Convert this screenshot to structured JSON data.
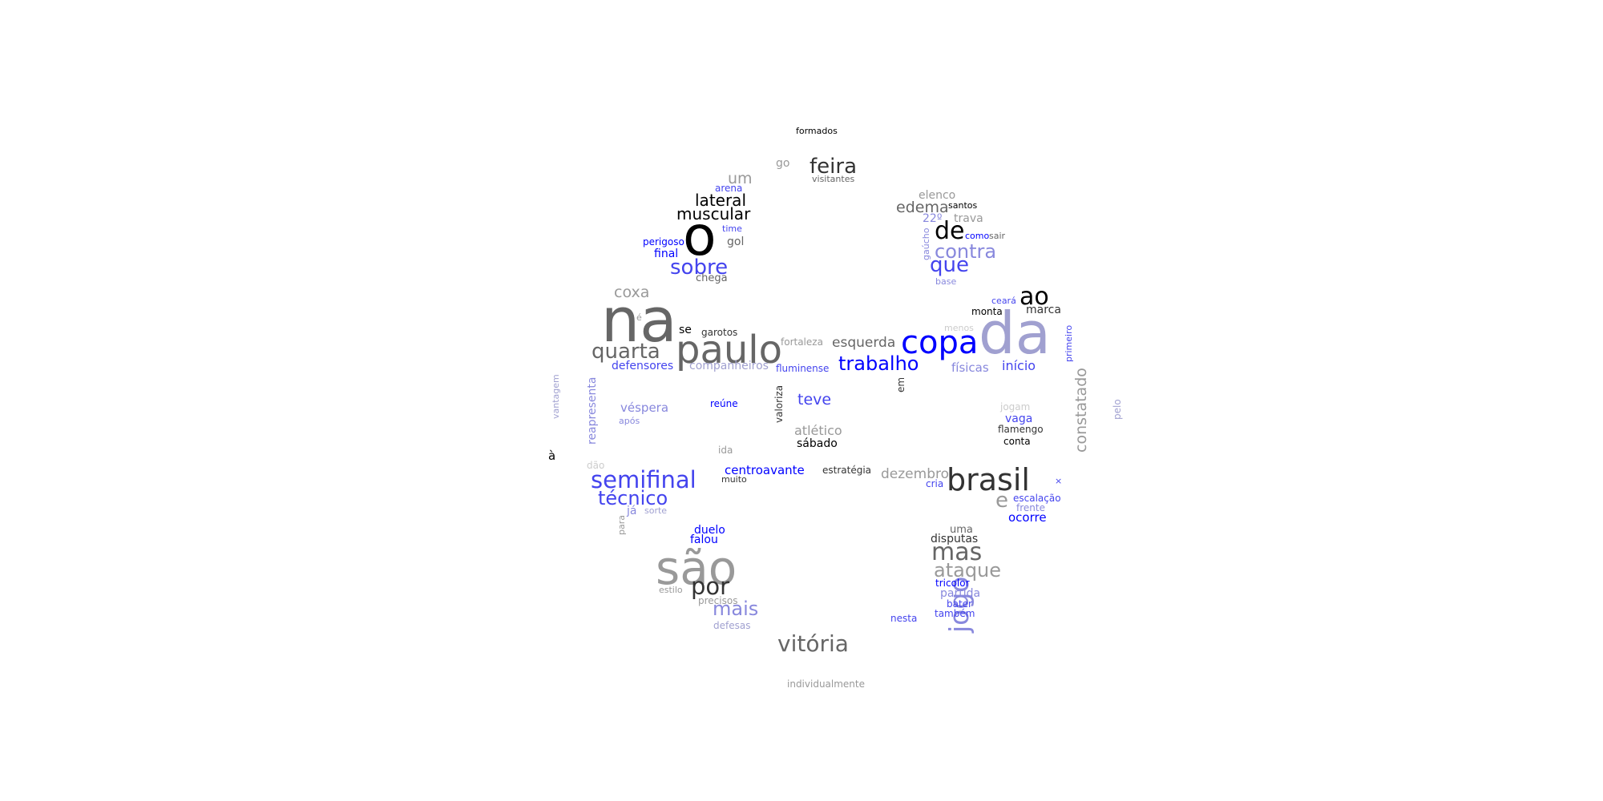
{
  "palette": {
    "black": "#000000",
    "dark": "#333333",
    "mid": "#666666",
    "gray": "#999999",
    "blue": "#0000ff",
    "blue_mid": "#4444ee",
    "blue_soft": "#8888dd",
    "lavender": "#a0a0d0"
  },
  "words": [
    {
      "text": "formados",
      "color": "#000000"
    },
    {
      "text": "go",
      "color": "#999999"
    },
    {
      "text": "feira",
      "color": "#333333"
    },
    {
      "text": "visitantes",
      "color": "#666666"
    },
    {
      "text": "um",
      "color": "#999999"
    },
    {
      "text": "arena",
      "color": "#4444ee"
    },
    {
      "text": "lateral",
      "color": "#000000"
    },
    {
      "text": "muscular",
      "color": "#000000"
    },
    {
      "text": "o",
      "color": "#000000"
    },
    {
      "text": "time",
      "color": "#4444ee"
    },
    {
      "text": "perigoso",
      "color": "#0000ff"
    },
    {
      "text": "gol",
      "color": "#666666"
    },
    {
      "text": "final",
      "color": "#0000ff"
    },
    {
      "text": "sobre",
      "color": "#4444ee"
    },
    {
      "text": "chega",
      "color": "#666666"
    },
    {
      "text": "elenco",
      "color": "#999999"
    },
    {
      "text": "edema",
      "color": "#666666"
    },
    {
      "text": "santos",
      "color": "#000000"
    },
    {
      "text": "22º",
      "color": "#8888dd"
    },
    {
      "text": "trava",
      "color": "#999999"
    },
    {
      "text": "de",
      "color": "#000000"
    },
    {
      "text": "como",
      "color": "#0000ff"
    },
    {
      "text": "sair",
      "color": "#666666"
    },
    {
      "text": "gaúcho",
      "color": "#8888dd"
    },
    {
      "text": "contra",
      "color": "#8888dd"
    },
    {
      "text": "que",
      "color": "#4444ee"
    },
    {
      "text": "base",
      "color": "#8888dd"
    },
    {
      "text": "coxa",
      "color": "#999999"
    },
    {
      "text": "na",
      "color": "#666666"
    },
    {
      "text": "é",
      "color": "#999999"
    },
    {
      "text": "se",
      "color": "#000000"
    },
    {
      "text": "garotos",
      "color": "#333333"
    },
    {
      "text": "quarta",
      "color": "#666666"
    },
    {
      "text": "paulo",
      "color": "#666666"
    },
    {
      "text": "fortaleza",
      "color": "#999999"
    },
    {
      "text": "esquerda",
      "color": "#666666"
    },
    {
      "text": "copa",
      "color": "#0000ff"
    },
    {
      "text": "da",
      "color": "#a0a0d0"
    },
    {
      "text": "ao",
      "color": "#000000"
    },
    {
      "text": "ceará",
      "color": "#4444ee"
    },
    {
      "text": "monta",
      "color": "#000000"
    },
    {
      "text": "marca",
      "color": "#333333"
    },
    {
      "text": "menos",
      "color": "#cccccc"
    },
    {
      "text": "primeiro",
      "color": "#4444ee"
    },
    {
      "text": "defensores",
      "color": "#4444ee"
    },
    {
      "text": "companheiros",
      "color": "#a0a0d0"
    },
    {
      "text": "fluminense",
      "color": "#4444ee"
    },
    {
      "text": "trabalho",
      "color": "#0000ff"
    },
    {
      "text": "físicas",
      "color": "#8888dd"
    },
    {
      "text": "início",
      "color": "#4444ee"
    },
    {
      "text": "em",
      "color": "#333333"
    },
    {
      "text": "constatado",
      "color": "#999999"
    },
    {
      "text": "vantagem",
      "color": "#a0a0d0"
    },
    {
      "text": "reapresenta",
      "color": "#8888dd"
    },
    {
      "text": "véspera",
      "color": "#8888dd"
    },
    {
      "text": "após",
      "color": "#8888dd"
    },
    {
      "text": "reúne",
      "color": "#0000ff"
    },
    {
      "text": "valoriza",
      "color": "#333333"
    },
    {
      "text": "teve",
      "color": "#4444ee"
    },
    {
      "text": "jogam",
      "color": "#cccccc"
    },
    {
      "text": "vaga",
      "color": "#4444ee"
    },
    {
      "text": "flamengo",
      "color": "#333333"
    },
    {
      "text": "conta",
      "color": "#000000"
    },
    {
      "text": "pelo",
      "color": "#a0a0d0"
    },
    {
      "text": "atlético",
      "color": "#999999"
    },
    {
      "text": "sábado",
      "color": "#000000"
    },
    {
      "text": "à",
      "color": "#000000"
    },
    {
      "text": "ida",
      "color": "#999999"
    },
    {
      "text": "dão",
      "color": "#cccccc"
    },
    {
      "text": "semifinal",
      "color": "#4444ee"
    },
    {
      "text": "centroavante",
      "color": "#0000ff"
    },
    {
      "text": "muito",
      "color": "#333333"
    },
    {
      "text": "estratégia",
      "color": "#333333"
    },
    {
      "text": "dezembro",
      "color": "#999999"
    },
    {
      "text": "brasil",
      "color": "#333333"
    },
    {
      "text": "cria",
      "color": "#4444ee"
    },
    {
      "text": "×",
      "color": "#4444ee"
    },
    {
      "text": "técnico",
      "color": "#4444ee"
    },
    {
      "text": "já",
      "color": "#8888dd"
    },
    {
      "text": "sorte",
      "color": "#a0a0d0"
    },
    {
      "text": "e",
      "color": "#999999"
    },
    {
      "text": "escalação",
      "color": "#4444ee"
    },
    {
      "text": "frente",
      "color": "#8888dd"
    },
    {
      "text": "ocorre",
      "color": "#0000ff"
    },
    {
      "text": "para",
      "color": "#999999"
    },
    {
      "text": "duelo",
      "color": "#0000ff"
    },
    {
      "text": "falou",
      "color": "#0000ff"
    },
    {
      "text": "uma",
      "color": "#666666"
    },
    {
      "text": "disputas",
      "color": "#333333"
    },
    {
      "text": "são",
      "color": "#999999"
    },
    {
      "text": "mas",
      "color": "#666666"
    },
    {
      "text": "ataque",
      "color": "#999999"
    },
    {
      "text": "por",
      "color": "#333333"
    },
    {
      "text": "estilo",
      "color": "#999999"
    },
    {
      "text": "jogo",
      "color": "#8888dd"
    },
    {
      "text": "tricolor",
      "color": "#0000ff"
    },
    {
      "text": "partida",
      "color": "#8888dd"
    },
    {
      "text": "precisos",
      "color": "#999999"
    },
    {
      "text": "mais",
      "color": "#8888dd"
    },
    {
      "text": "bater",
      "color": "#4444ee"
    },
    {
      "text": "nesta",
      "color": "#4444ee"
    },
    {
      "text": "também",
      "color": "#4444ee"
    },
    {
      "text": "defesas",
      "color": "#a0a0d0"
    },
    {
      "text": "vitória",
      "color": "#666666"
    },
    {
      "text": "individualmente",
      "color": "#999999"
    }
  ]
}
